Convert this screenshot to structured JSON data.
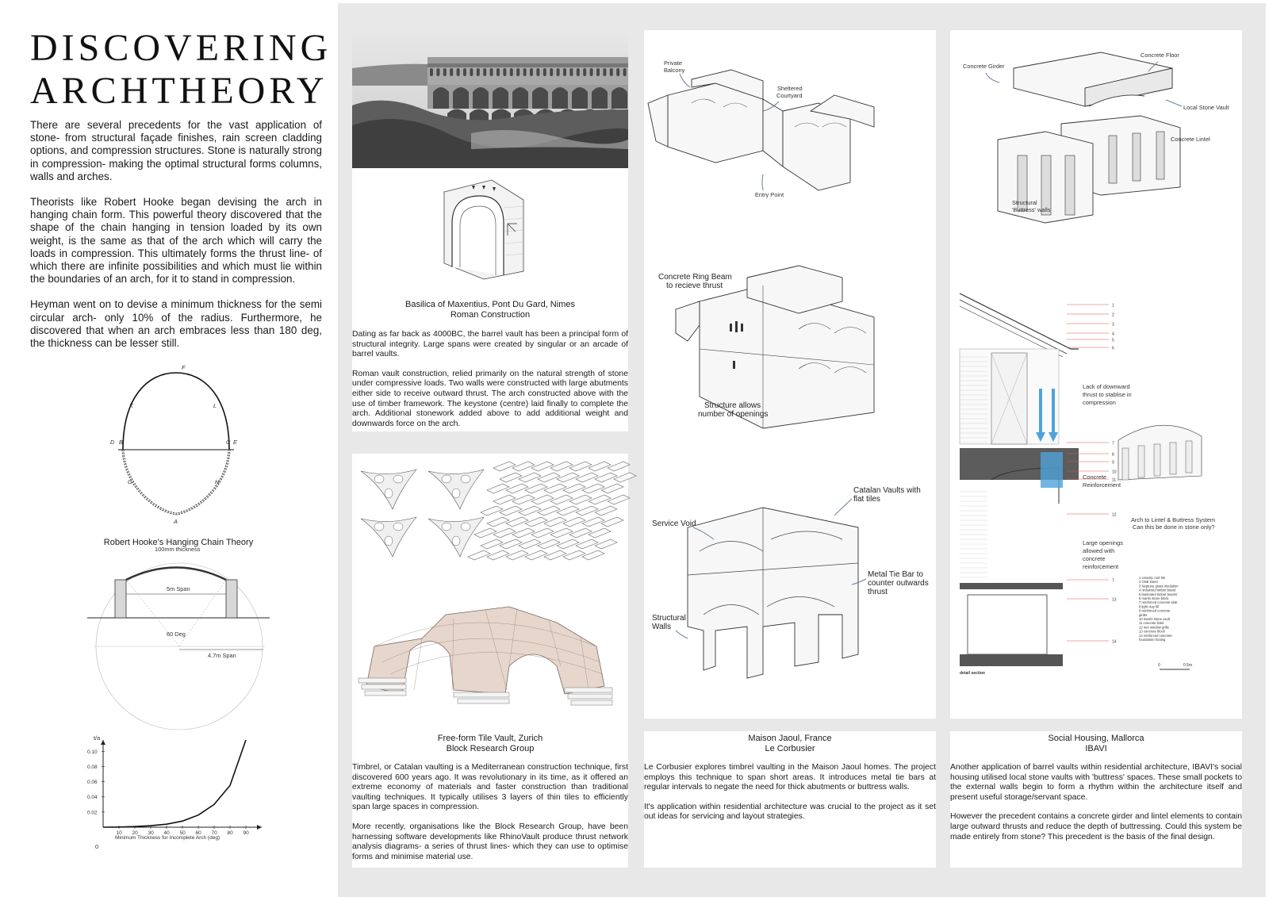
{
  "title": {
    "line1": "DISCOVERING",
    "line2a": "ARCH",
    "line2b": "THEORY"
  },
  "intro": [
    "There are several precedents for the vast application of stone- from structural façade finishes, rain screen cladding options, and compression structures. Stone is naturally strong in compression- making the optimal structural forms columns, walls and arches.",
    "Theorists like Robert Hooke began devising the arch in hanging chain form. This powerful theory discovered that the shape of the chain hanging in tension loaded by its own weight, is the same as that of the arch which will carry the loads in compression. This ultimately forms the thrust line- of which there are infinite possibilities and which must lie within the boundaries of an arch, for it to stand in compression.",
    "Heyman went on to devise a minimum thickness for the semi circular arch- only 10% of the radius. Furthermore, he discovered that when an arch embraces less than 180 deg, the thickness can be lesser still."
  ],
  "hooke": {
    "caption": "Robert Hooke's Hanging Chain Theory",
    "letters": {
      "f": "F",
      "k": "K",
      "l": "L",
      "d": "D",
      "b": "B",
      "c": "C",
      "e": "E",
      "g": "G",
      "h": "H",
      "a": "A"
    }
  },
  "arch_diagram": {
    "thickness": "100mm thickness",
    "span": "5m Span",
    "angle": "60 Deg",
    "radius_span": "4.7m Span"
  },
  "chart_data": {
    "type": "line",
    "title": "",
    "xlabel": "Minimum Thickness for Incomplete Arch (deg)",
    "ylabel": "t/a",
    "x_ticks": [
      "10",
      "20",
      "30",
      "40",
      "50",
      "60",
      "70",
      "80",
      "90"
    ],
    "y_ticks": [
      "0.02",
      "0.04",
      "0.06",
      "0.08",
      "0.10"
    ],
    "origin": "0",
    "xlim": [
      0,
      100
    ],
    "ylim": [
      0,
      0.115
    ],
    "series": [
      {
        "x": [
          0,
          10,
          20,
          30,
          40,
          50,
          60,
          70,
          80,
          90
        ],
        "y": [
          0,
          0.0002,
          0.0008,
          0.002,
          0.004,
          0.008,
          0.016,
          0.03,
          0.055,
          0.115
        ]
      }
    ]
  },
  "pont_du_gard": {
    "caption_line1": "Basilica of Maxentius, Pont Du Gard, Nimes",
    "caption_line2": "Roman Construction",
    "body": [
      "Dating as far back as 4000BC, the barrel vault has been a principal form of structural integrity. Large spans were created by singular or an arcade of barrel vaults.",
      "Roman vault construction, relied primarily on the natural strength of stone under compressive loads. Two walls were constructed with large abutments either side to receive outward thrust. The arch constructed above with the use of timber framework. The keystone (centre) laid finally to complete the arch. Additional stonework added above to add additional weight and downwards force on the arch."
    ]
  },
  "tile_vault": {
    "caption_line1": "Free-form Tile Vault, Zurich",
    "caption_line2": "Block Research Group",
    "body": [
      "Timbrel, or Catalan vaulting is a Mediterranean construction technique, first discovered 600 years ago. It was revolutionary in its time, as it offered an extreme economy of materials and faster construction than traditional vaulting techniques. It typically utilises 3 layers of thin tiles to efficiently span large spaces in compression.",
      "More recently, organisations like the Block Research Group, have been harnessing software developments like RhinoVault produce thrust network analysis diagrams- a series of thrust lines- which they can use to optimise forms and minimise material use."
    ]
  },
  "jaoul": {
    "labels": {
      "private_balcony_1": "Private",
      "private_balcony_2": "Balcony",
      "courtyard_1": "Sheltered",
      "courtyard_2": "Courtyard",
      "entry": "Entry Point",
      "ring_beam_1": "Concrete Ring Beam",
      "ring_beam_2": "to recieve thrust",
      "openings_1": "Structure allows",
      "openings_2": "number of openings",
      "catalan_1": "Catalan Vaults with",
      "catalan_2": "flat tiles",
      "service_void": "Service Void",
      "tie_bar_1": "Metal Tie Bar to",
      "tie_bar_2": "counter outwards",
      "tie_bar_3": "thrust",
      "walls_1": "Structural",
      "walls_2": "Walls"
    },
    "caption_line1": "Maison Jaoul, France",
    "caption_line2": "Le Corbusier",
    "body": [
      "Le Corbusier explores timbrel vaulting in the Maison Jaoul homes. The project employs this technique to span short areas. It introduces metal tie bars at regular intervals to negate the need for thick abutments or buttress walls.",
      "It's application within residential architecture was crucial to the project as it set out ideas for servicing and layout strategies."
    ]
  },
  "ibavi": {
    "labels": {
      "girder": "Concrete Girder",
      "floor": "Concrete Floor",
      "vault": "Local Stone Vault",
      "lintel": "Concrete Lintel",
      "buttress_1": "Structural",
      "buttress_2": "'Buttress' walls",
      "downward_1": "Lack of downward",
      "downward_2": "thrust to stablise in",
      "downward_3": "compression",
      "reinf_1": "Concrete",
      "reinf_2": "Reinforcement",
      "q_1": "Arch to Lintel & Buttress System",
      "q_2": "Can this be done in stone only?",
      "open_1": "Large openings",
      "open_2": "allowed with",
      "open_3": "concrete",
      "open_4": "reinforcement",
      "detail": "detail section",
      "scale_0": "0",
      "scale_1": "0.5m"
    },
    "section_numbers": [
      "1",
      "2",
      "3",
      "4",
      "5",
      "6",
      "7",
      "8",
      "9",
      "10",
      "11",
      "12",
      "7",
      "13",
      "14"
    ],
    "legend": [
      "1   ceramic roof tile",
      "2   OSB sheet",
      "3   Neptune grass insulation",
      "4   reclaimed timber board",
      "5   laminated timber beams",
      "6   marés stone block",
      "7   reinforced concrete slab",
      "8   light clay fill",
      "9   reinforced concrete",
      "     girder",
      "10  marés stone vault",
      "11  concrete lintel",
      "12  iron window grille",
      "13  concrete block",
      "14  reinforced concrete",
      "     foundation footing"
    ],
    "caption_line1": "Social Housing, Mallorca",
    "caption_line2": "IBAVI",
    "body": [
      "Another application of barrel vaults within residential architecture, IBAVI's social housing utilised local stone vaults with 'buttress' spaces. These small pockets to the external walls begin to form a rhythm within the architecture itself and present useful storage/servant space.",
      "However the precedent contains a concrete girder and lintel elements to contain large outward thrusts and reduce the depth of buttressing. Could this system be made entirely from stone? This precedent is the basis of the final design."
    ]
  },
  "colors": {
    "panel_bg": "#e8e8e8",
    "accent_blue": "#4fa3d8",
    "pink_vault": "#e6d6cc",
    "red_line": "#d9534f"
  }
}
